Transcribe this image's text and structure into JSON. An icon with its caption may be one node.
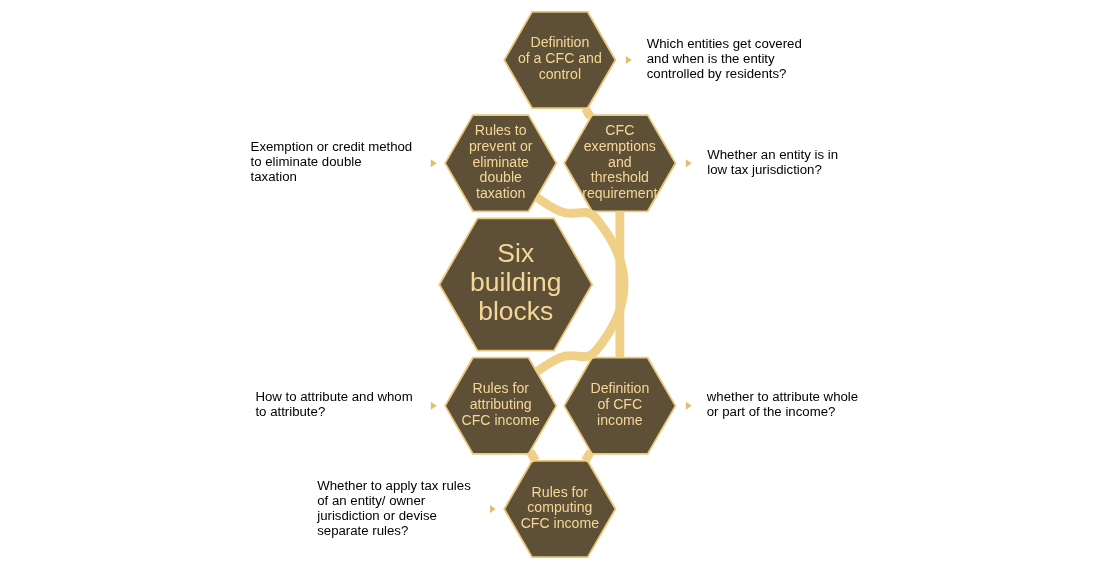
{
  "diagram": {
    "nodes": [
      {
        "text": [
          "Six building blocks"
        ]
      },
      {
        "text": [
          "Definition of a CFC and control"
        ],
        "beside": [
          "Which entities get covered and when is the entity controlled by residents?"
        ]
      },
      {
        "text": [
          "CFC exemptions and threshold requirement"
        ],
        "beside": [
          "Whether an entity is in low tax jurisdiction?"
        ]
      },
      {
        "text": [
          "Definition of CFC income"
        ],
        "beside": [
          "whether to attribute whole or part of the income?"
        ]
      },
      {
        "text": [
          "Rules for computing CFC income"
        ],
        "beside": [
          "Whether to apply tax rules of an entity/ owner jurisdiction or devise separate rules?"
        ]
      },
      {
        "text": [
          "Rules for attributing CFC income"
        ],
        "beside": [
          "How to attribute and whom to attribute?"
        ]
      },
      {
        "text": [
          "Rules to prevent or eliminate double taxation"
        ],
        "beside": [
          "Exemption or credit method to eliminate double taxation"
        ]
      }
    ],
    "edges": [
      {
        "from": 1,
        "to": 2,
        "arrow": "none"
      },
      {
        "from": 2,
        "to": 3,
        "arrow": "none"
      },
      {
        "from": 3,
        "to": 4,
        "arrow": "none"
      },
      {
        "from": 4,
        "to": 5,
        "arrow": "none"
      },
      {
        "from": 5,
        "to": 6,
        "arrow": "none"
      }
    ]
  }
}
